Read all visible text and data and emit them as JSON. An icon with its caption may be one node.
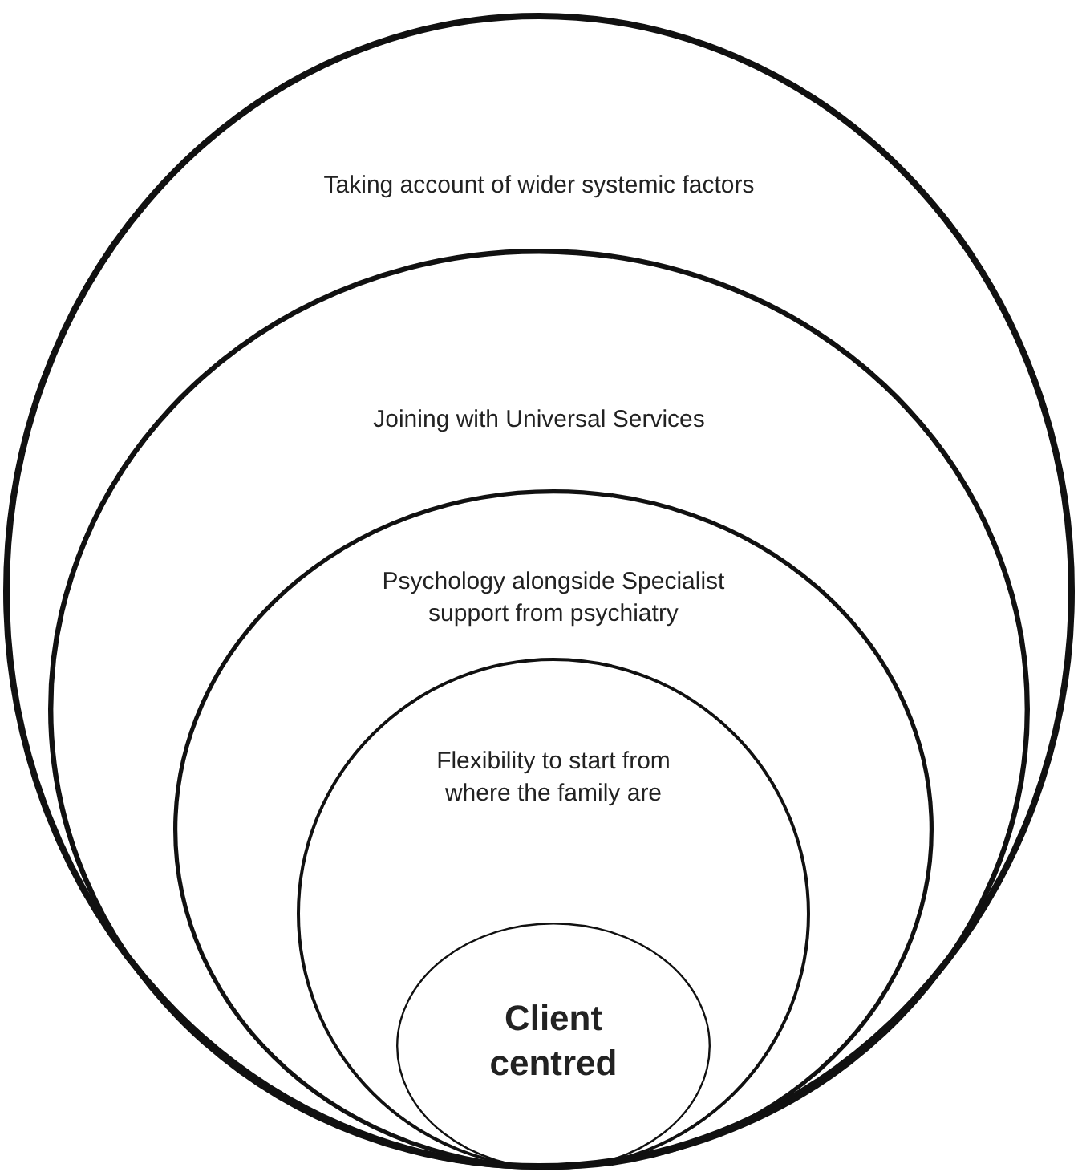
{
  "diagram": {
    "nodes": [
      {
        "text": [
          "Taking account of wider systemic factors"
        ]
      },
      {
        "text": [
          "Joining with Universal Services"
        ],
        "in": 0
      },
      {
        "text": [
          "Psychology alongside Specialist support from psychiatry"
        ],
        "in": 1
      },
      {
        "text": [
          "Flexibility to start from where the family are"
        ],
        "in": 2
      },
      {
        "text": [
          "Client centred"
        ],
        "in": 3
      }
    ]
  }
}
